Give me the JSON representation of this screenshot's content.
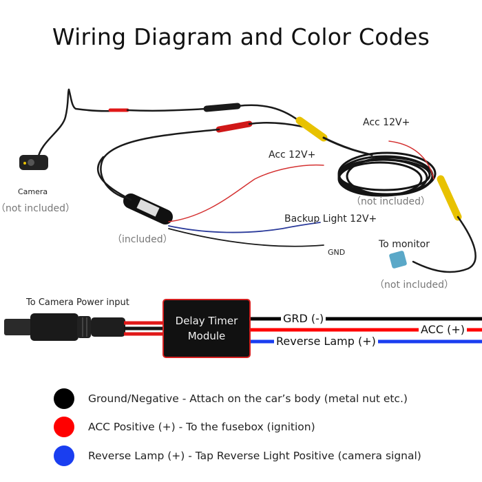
{
  "title": "Wiring Diagram and Color Codes",
  "photo_labels": {
    "camera": "Camera",
    "camera_note": "（not included）",
    "module_note": "（included）",
    "acc_top": "Acc 12V+",
    "acc_mid": "Acc 12V+",
    "cable_note": "（not included）",
    "backup": "Backup Light 12V+",
    "gnd": "GND",
    "monitor": "To monitor",
    "monitor_note": "（not included）"
  },
  "module": {
    "power_input": "To Camera Power input",
    "line1": "Delay Timer",
    "line2": "Module",
    "wire_grd": "GRD (-)",
    "wire_acc": "ACC (+)",
    "wire_rev": "Reverse Lamp (+)"
  },
  "legend": [
    {
      "color": "#000000",
      "text": "Ground/Negative - Attach on the car’s body (metal nut etc.)"
    },
    {
      "color": "#ff0000",
      "text": "ACC Positive (+) - To the fusebox (ignition)"
    },
    {
      "color": "#1a3ef0",
      "text": "Reverse Lamp (+) - Tap Reverse Light Positive (camera signal)"
    }
  ]
}
